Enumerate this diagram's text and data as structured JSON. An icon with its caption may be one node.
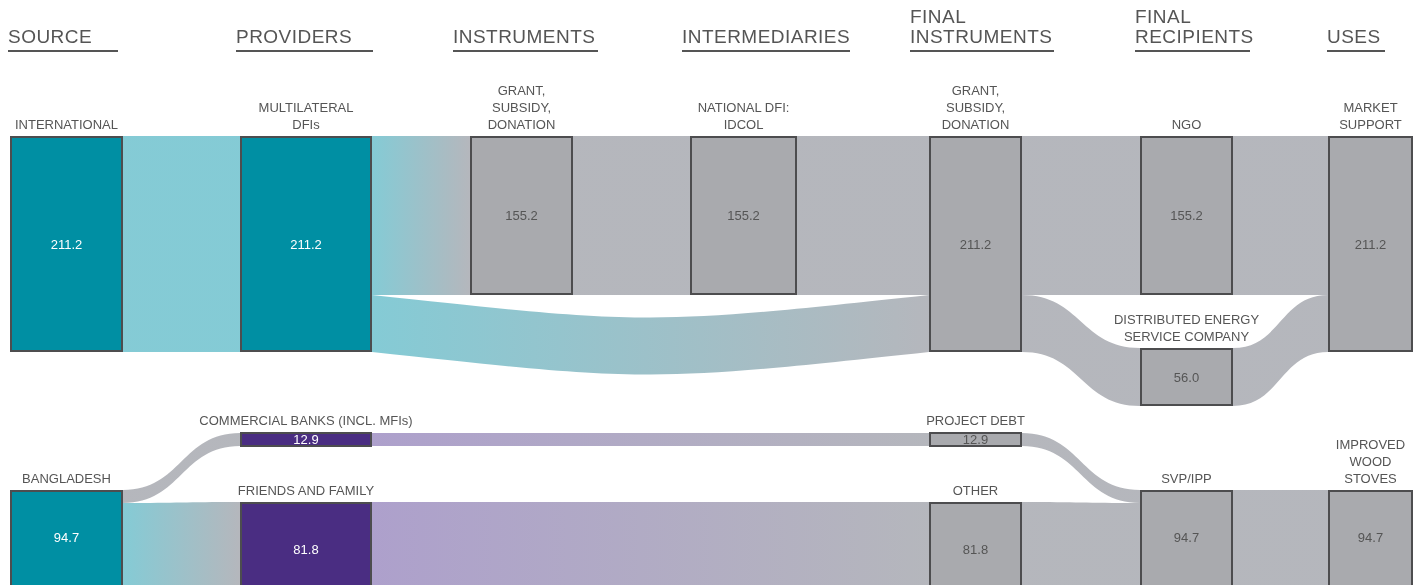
{
  "diagram": {
    "nodes": [
      {
        "text": [
          "INTERNATIONAL",
          "211.2"
        ]
      },
      {
        "text": [
          "MULTILATERAL DFIs",
          "211.2"
        ]
      },
      {
        "text": [
          "GRANT, SUBSIDY, DONATION",
          "155.2"
        ]
      },
      {
        "text": [
          "NATIONAL DFI: IDCOL",
          "155.2"
        ]
      },
      {
        "text": [
          "GRANT, SUBSIDY, DONATION",
          "211.2"
        ]
      },
      {
        "text": [
          "NGO",
          "155.2"
        ]
      },
      {
        "text": [
          "DISTRIBUTED ENERGY SERVICE COMPANY",
          "56.0"
        ]
      },
      {
        "text": [
          "MARKET SUPPORT",
          "211.2"
        ]
      },
      {
        "text": [
          "BANGLADESH",
          "94.7"
        ]
      },
      {
        "text": [
          "COMMERCIAL BANKS (INCL. MFIs)",
          "12.9"
        ]
      },
      {
        "text": [
          "FRIENDS AND FAMILY",
          "81.8"
        ]
      },
      {
        "text": [
          "PROJECT DEBT",
          "12.9"
        ]
      },
      {
        "text": [
          "OTHER",
          "81.8"
        ]
      },
      {
        "text": [
          "SVP/IPP",
          "94.7"
        ]
      },
      {
        "text": [
          "IMPROVED WOOD STOVES",
          "94.7"
        ]
      }
    ],
    "edges": [
      {
        "from": 0,
        "to": 1,
        "arrow": "none",
        "color": "#7ec8d3"
      },
      {
        "from": 1,
        "to": 2,
        "arrow": "none",
        "color": "#7ec8d3"
      },
      {
        "from": 1,
        "to": 4,
        "arrow": "none",
        "color": "#7ec8d3"
      },
      {
        "from": 2,
        "to": 3,
        "arrow": "none"
      },
      {
        "from": 3,
        "to": 4,
        "arrow": "none"
      },
      {
        "from": 4,
        "to": 5,
        "arrow": "none"
      },
      {
        "from": 4,
        "to": 6,
        "arrow": "none"
      },
      {
        "from": 5,
        "to": 7,
        "arrow": "none"
      },
      {
        "from": 6,
        "to": 7,
        "arrow": "none"
      },
      {
        "from": 8,
        "to": 9,
        "arrow": "none"
      },
      {
        "from": 8,
        "to": 10,
        "arrow": "none",
        "color": "#7ec8d3"
      },
      {
        "from": 9,
        "to": 11,
        "arrow": "none",
        "color": "#a99bc9"
      },
      {
        "from": 10,
        "to": 12,
        "arrow": "none",
        "color": "#a99bc9"
      },
      {
        "from": 11,
        "to": 13,
        "arrow": "none"
      },
      {
        "from": 12,
        "to": 13,
        "arrow": "none"
      },
      {
        "from": 13,
        "to": 14,
        "arrow": "none"
      }
    ],
    "labels": [
      "SOURCE",
      "PROVIDERS",
      "INSTRUMENTS",
      "INTERMEDIARIES",
      "FINAL INSTRUMENTS",
      "FINAL RECIPIENTS",
      "USES"
    ]
  }
}
